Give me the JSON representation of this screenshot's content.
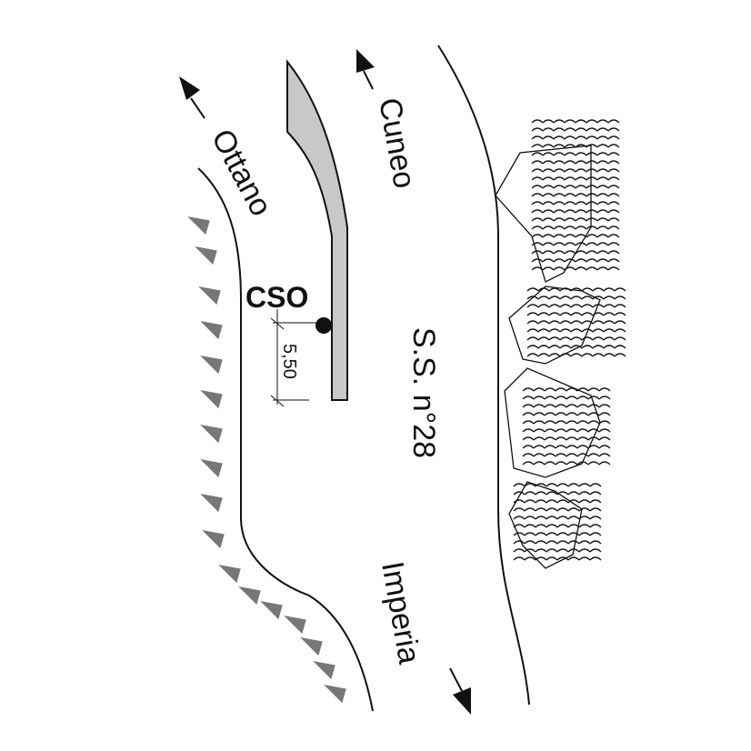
{
  "map": {
    "road_name": "S.S. n°28",
    "direction_north_right": "Cuneo",
    "direction_north_left": "Ottano",
    "direction_south": "Imperia",
    "station_label": "CSO",
    "dimension_label": "5,50"
  },
  "colors": {
    "line": "#111111",
    "island_fill": "#c8c8c8",
    "slope_marks": "#777777"
  },
  "icons": [
    "arrow-up-icon",
    "arrow-down-icon",
    "slope-marks",
    "rock-hatching"
  ]
}
